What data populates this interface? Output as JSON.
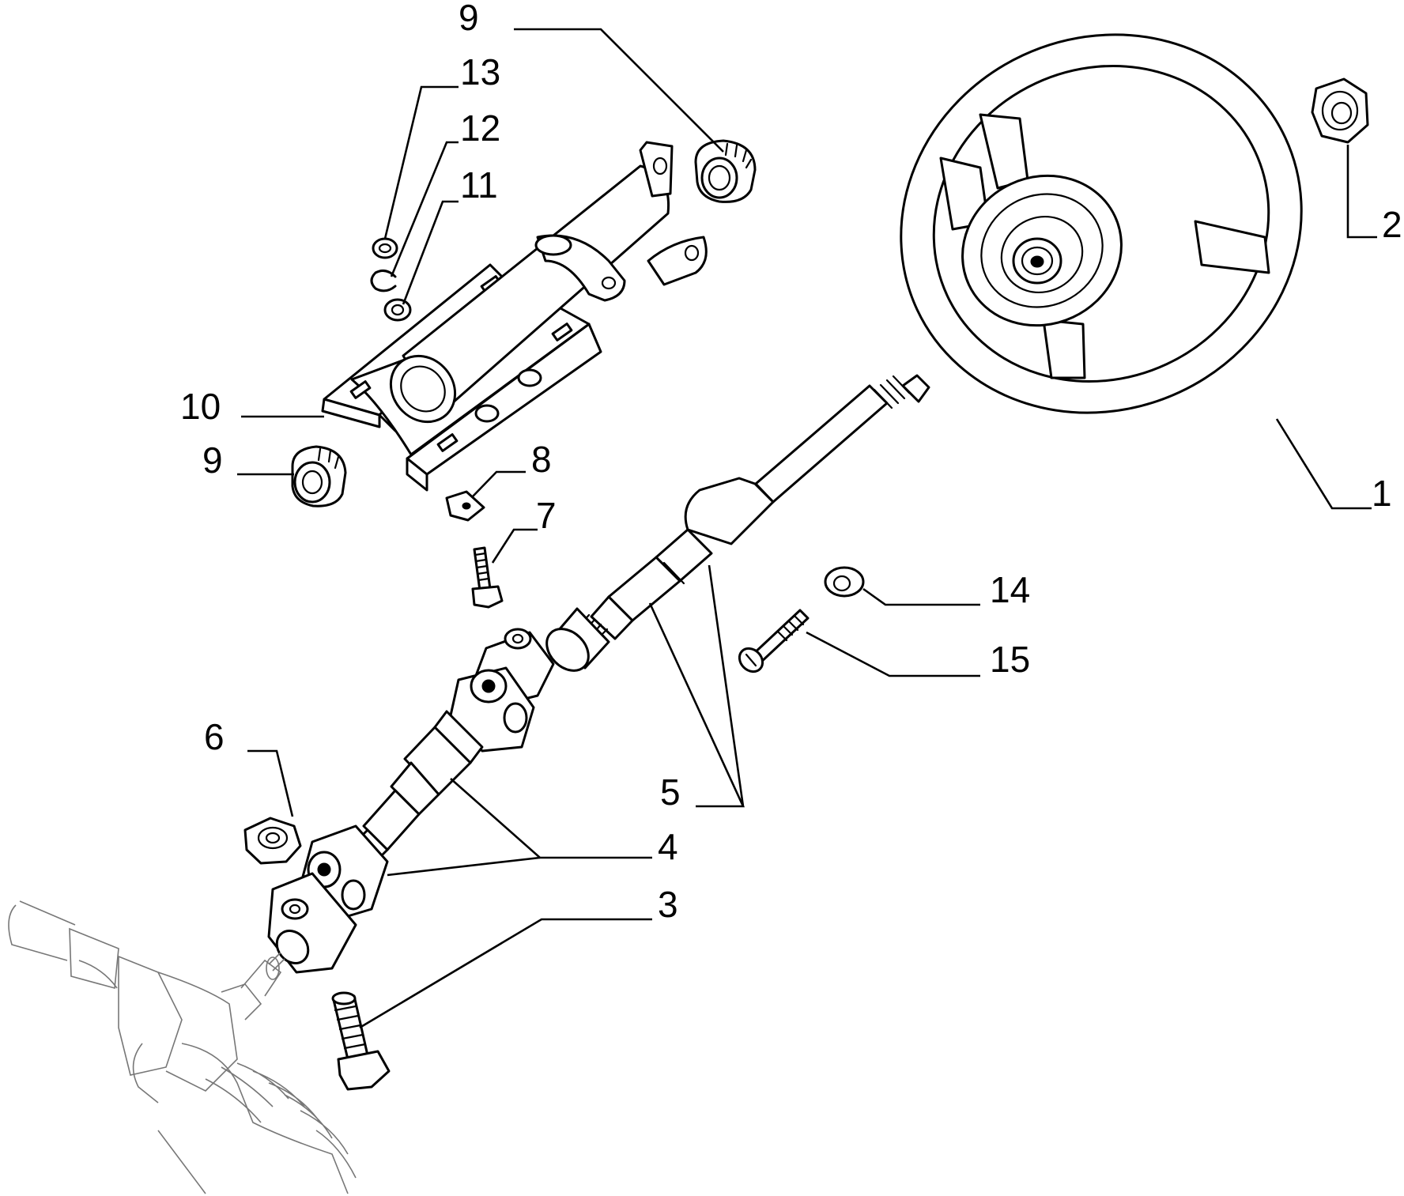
{
  "diagram": {
    "colors": {
      "ink": "#000000",
      "background": "#ffffff",
      "ghost": "#777777"
    },
    "labels": [
      {
        "id": "1",
        "text": "1"
      },
      {
        "id": "2",
        "text": "2"
      },
      {
        "id": "3",
        "text": "3"
      },
      {
        "id": "4",
        "text": "4"
      },
      {
        "id": "5",
        "text": "5"
      },
      {
        "id": "6",
        "text": "6"
      },
      {
        "id": "7",
        "text": "7"
      },
      {
        "id": "8",
        "text": "8"
      },
      {
        "id": "9a",
        "text": "9"
      },
      {
        "id": "9b",
        "text": "9"
      },
      {
        "id": "10",
        "text": "10"
      },
      {
        "id": "11",
        "text": "11"
      },
      {
        "id": "12",
        "text": "12"
      },
      {
        "id": "13",
        "text": "13"
      },
      {
        "id": "14",
        "text": "14"
      },
      {
        "id": "15",
        "text": "15"
      }
    ]
  }
}
